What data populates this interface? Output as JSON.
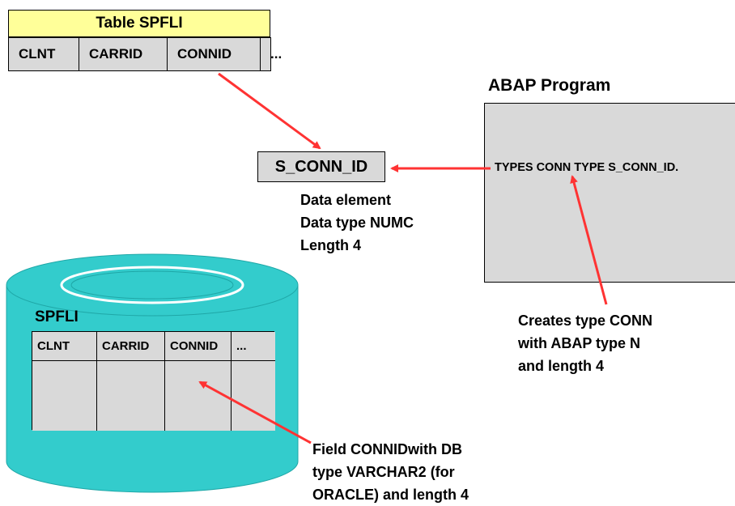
{
  "top_table": {
    "title": "Table SPFLI",
    "columns": [
      "CLNT",
      "CARRID",
      "CONNID",
      "..."
    ]
  },
  "data_element": {
    "name": "S_CONN_ID",
    "line1": "Data element",
    "line2": "Data type NUMC",
    "line3": "Length 4"
  },
  "abap_program": {
    "title": "ABAP Program",
    "code": "TYPES CONN TYPE S_CONN_ID."
  },
  "note_conn": {
    "line1": "Creates type CONN",
    "line2": "with ABAP type N",
    "line3": "and length 4"
  },
  "db_table": {
    "name": "SPFLI",
    "columns": [
      "CLNT",
      "CARRID",
      "CONNID",
      "..."
    ]
  },
  "note_field": {
    "line1": "Field CONNIDwith DB",
    "line2": "type VARCHAR2 (for",
    "line3": "ORACLE) and length 4"
  },
  "colors": {
    "table_header": "#ffff99",
    "cell_gray": "#d9d9d9",
    "cylinder": "#33cccc",
    "arrow": "#ff3333"
  }
}
